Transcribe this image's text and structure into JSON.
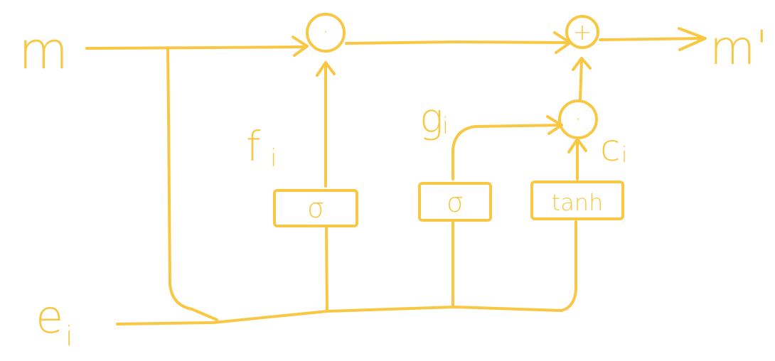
{
  "colors": {
    "ink": "#F8C845",
    "background": "#FFFFFF"
  },
  "labels": {
    "input_m": "m",
    "input_e": "e",
    "input_e_sub": "i",
    "output_m": "m'",
    "gate_f": "f",
    "gate_f_sub": "i",
    "gate_g": "g",
    "gate_g_sub": "i",
    "candidate_c": "c",
    "candidate_c_sub": "i"
  },
  "nodes": {
    "multiply_forget": "·",
    "add": "+",
    "multiply_input": "·"
  },
  "boxes": {
    "sigma_forget": "σ",
    "sigma_input": "σ",
    "tanh_label": "tanh"
  }
}
